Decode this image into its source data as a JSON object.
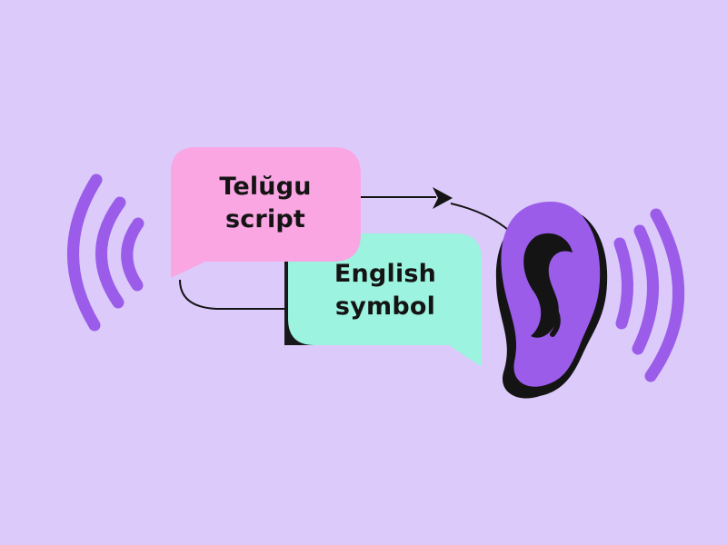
{
  "colors": {
    "background": "#dccafa",
    "pink_bubble": "#f9a6e2",
    "mint_bubble": "#9cf3df",
    "purple": "#9b5cea",
    "ink": "#141414"
  },
  "bubbles": {
    "pink": {
      "line1": "Telŭgu",
      "line2": "script"
    },
    "mint": {
      "line1": "English",
      "line2": "symbol"
    }
  },
  "icons": {
    "left_waves": "sound-waves-icon",
    "ear": "ear-icon",
    "right_waves": "sound-waves-icon",
    "arrow": "curved-arrow-icon"
  }
}
